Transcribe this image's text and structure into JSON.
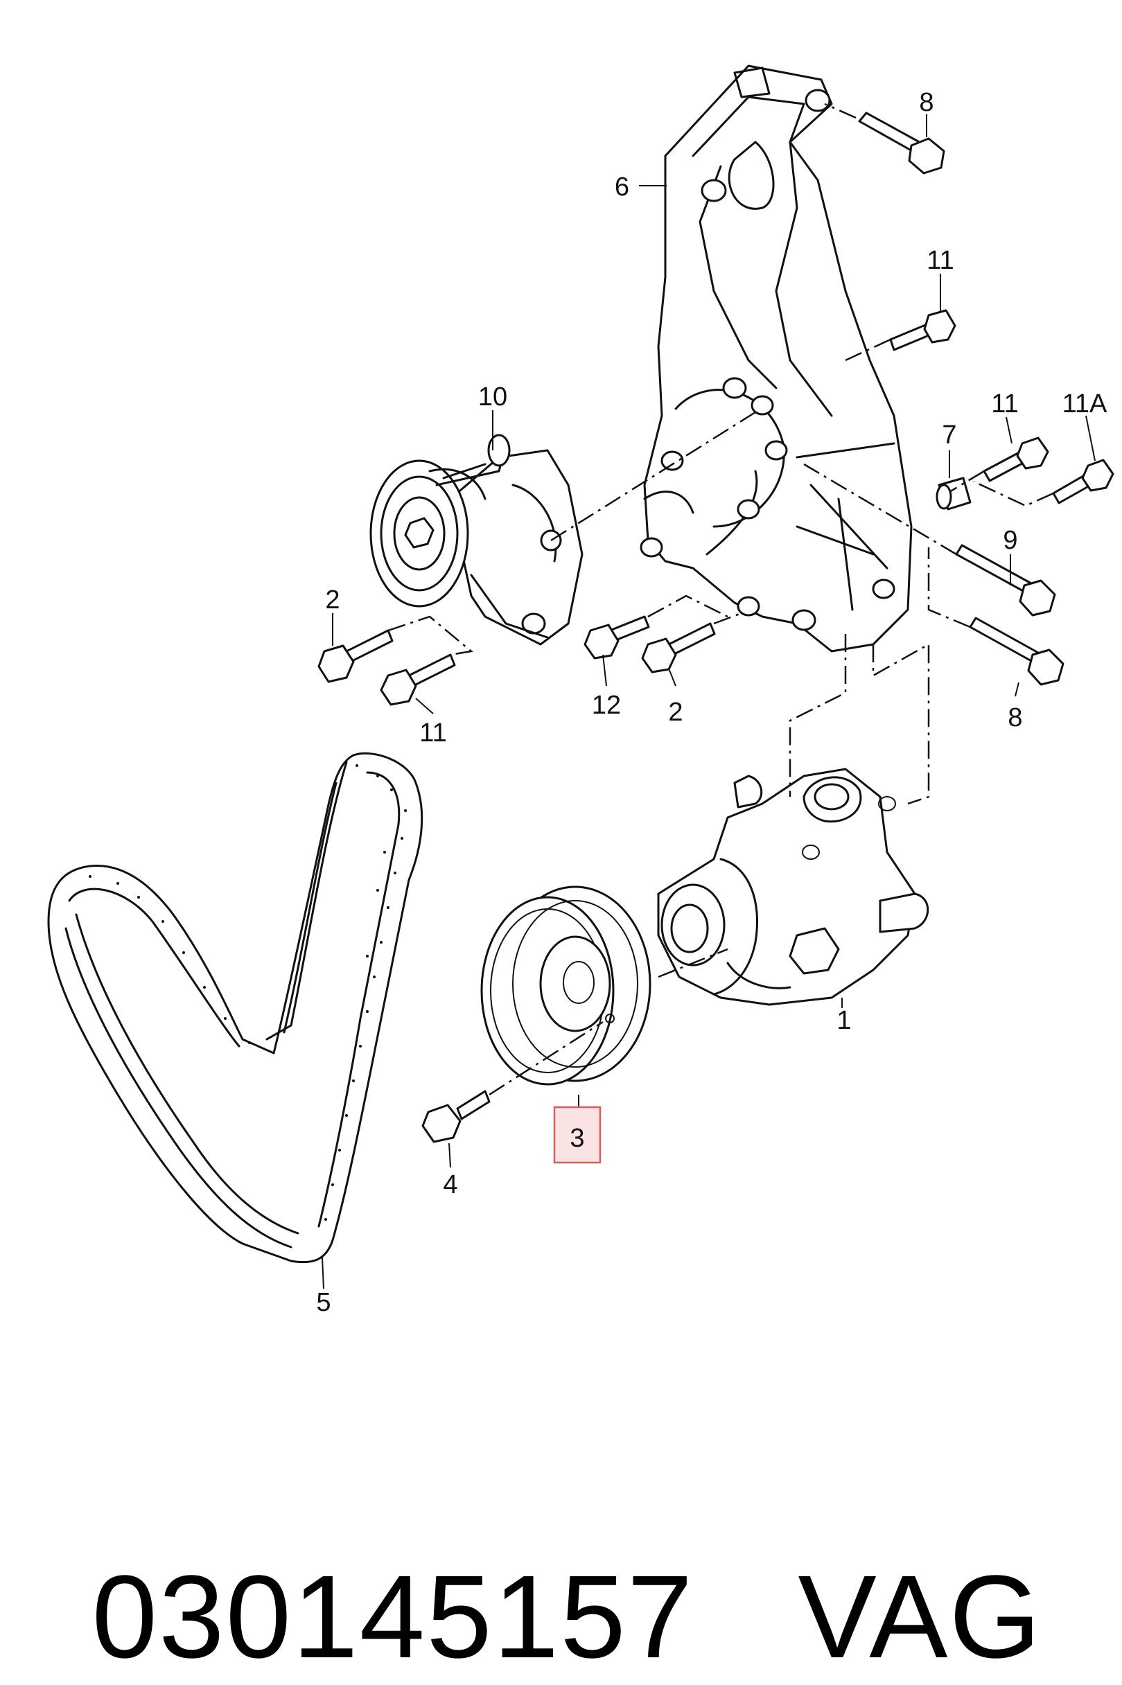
{
  "callouts": {
    "c1": "1",
    "c2a": "2",
    "c2b": "2",
    "c3": "3",
    "c4": "4",
    "c5": "5",
    "c6": "6",
    "c7": "7",
    "c8a": "8",
    "c8b": "8",
    "c9": "9",
    "c10": "10",
    "c11a": "11",
    "c11b": "11",
    "c11c": "11",
    "c11d": "11A",
    "c12": "12"
  },
  "highlight_color": "#e05a5a",
  "footer": {
    "part_number": "030145157",
    "brand": "VAG"
  }
}
